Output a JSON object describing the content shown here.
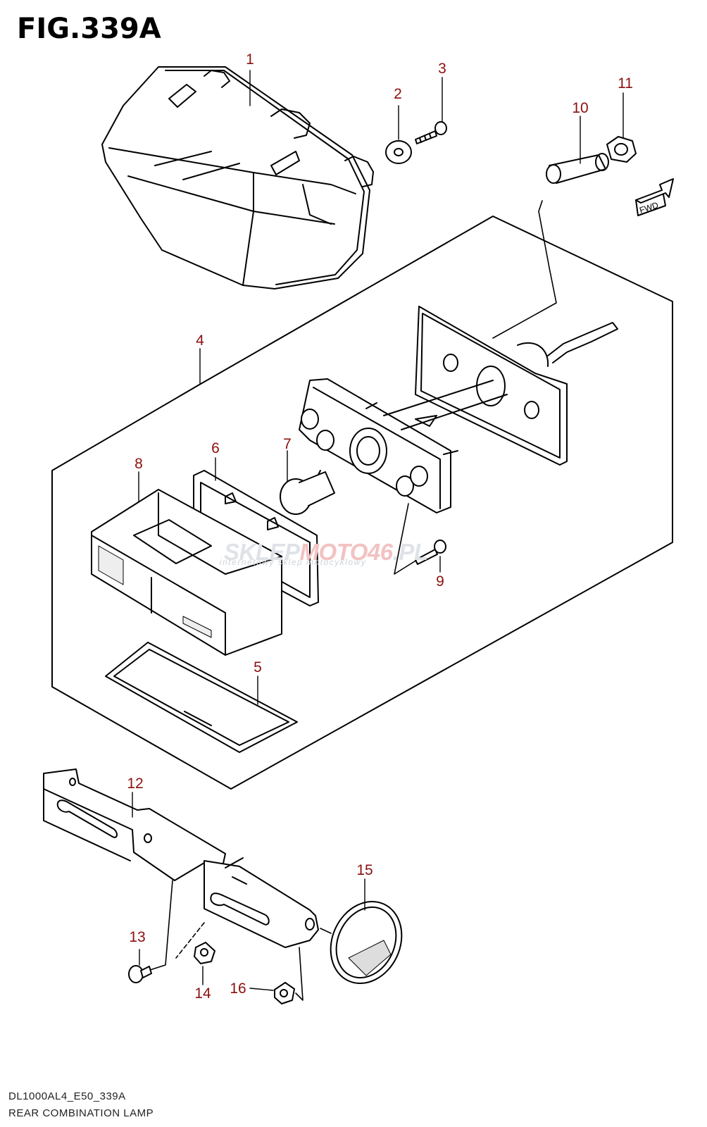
{
  "figure": {
    "title": "FIG.339A",
    "model_code": "DL1000AL4_E50_339A",
    "caption": "REAR COMBINATION LAMP"
  },
  "watermark": {
    "part1": "SKLEP",
    "part2": "MOTO",
    "part3": "46",
    "part4": ".PL",
    "sub": "internetowy sklep motocyklowy"
  },
  "fwd_label": "FWD",
  "callouts": [
    "1",
    "2",
    "3",
    "4",
    "5",
    "6",
    "7",
    "8",
    "9",
    "10",
    "11",
    "12",
    "13",
    "14",
    "15",
    "16"
  ],
  "colors": {
    "line": "#000000",
    "callout": "#8b1010",
    "watermark": "#dfe3e7",
    "watermark_accent": "#f2c2c2"
  }
}
